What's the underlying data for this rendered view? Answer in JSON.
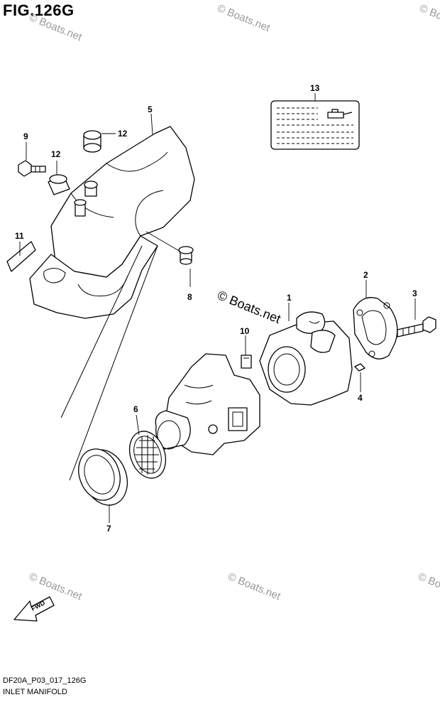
{
  "figure": {
    "title": "FIG.126G",
    "code": "DF20A_P03_017_126G",
    "name": "INLET MANIFOLD"
  },
  "watermark": {
    "small_text": "© Boats.net",
    "main_text": "© Boats.net"
  },
  "callouts": {
    "c1": "1",
    "c2": "2",
    "c3": "3",
    "c4": "4",
    "c5": "5",
    "c6": "6",
    "c7": "7",
    "c8": "8",
    "c9": "9",
    "c10": "10",
    "c11": "11",
    "c12a": "12",
    "c12b": "12",
    "c13": "13"
  },
  "fwd_label": "FWD"
}
